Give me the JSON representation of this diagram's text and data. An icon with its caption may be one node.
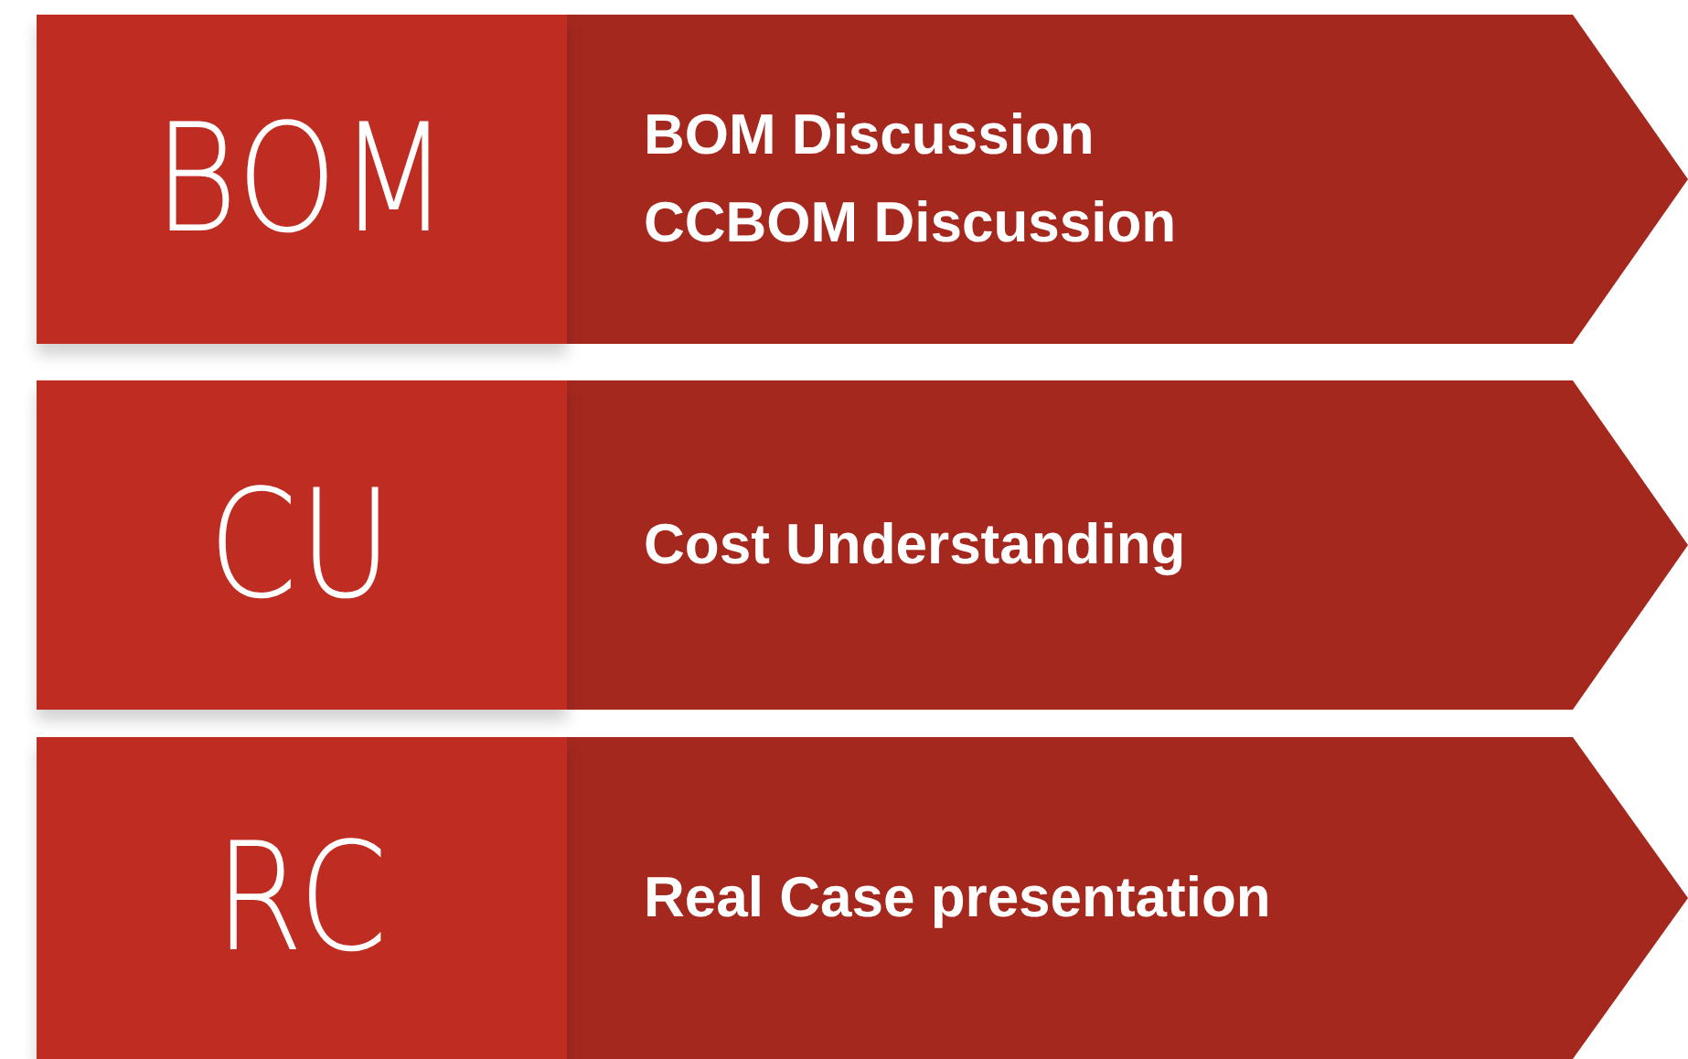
{
  "diagram": {
    "nodes": [
      {
        "text": [
          "BOM"
        ]
      },
      {
        "text": [
          "BOM Discussion",
          "CCBOM Discussion"
        ]
      },
      {
        "text": [
          "CU"
        ]
      },
      {
        "text": [
          "Cost Understanding"
        ]
      },
      {
        "text": [
          "RC"
        ]
      },
      {
        "text": [
          "Real Case presentation"
        ]
      }
    ]
  }
}
